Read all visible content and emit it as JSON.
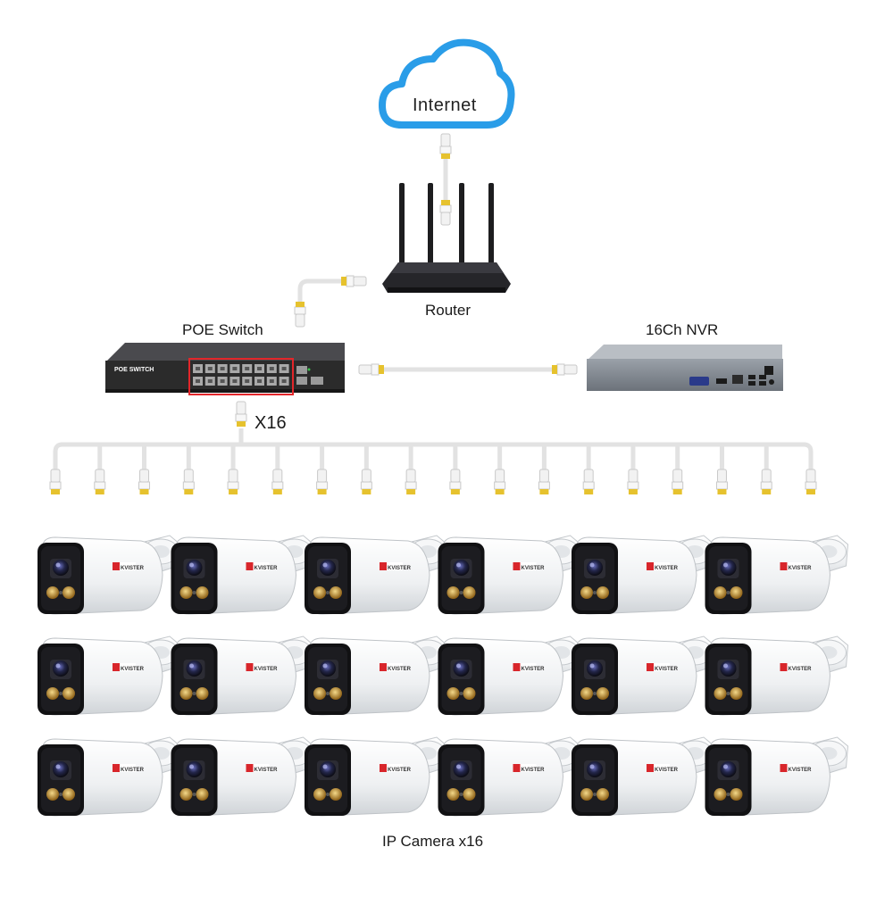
{
  "labels": {
    "internet": "Internet",
    "router": "Router",
    "poe_switch": "POE Switch",
    "nvr": "16Ch NVR",
    "multiplier": "X16",
    "cameras": "IP Camera x16"
  },
  "device_text": {
    "switch_brand": "POE SWITCH",
    "camera_brand": "KVISTER"
  },
  "colors": {
    "cloud": "#2a9de8",
    "cable": "#e2e2e2",
    "connector_gold": "#e6c22e",
    "switch_body": "#2b2b2b",
    "nvr_body": "#7a8088",
    "highlight": "#e3262a"
  },
  "camera_grid": {
    "rows": 3,
    "columns": 6
  },
  "cable_drops": 18
}
